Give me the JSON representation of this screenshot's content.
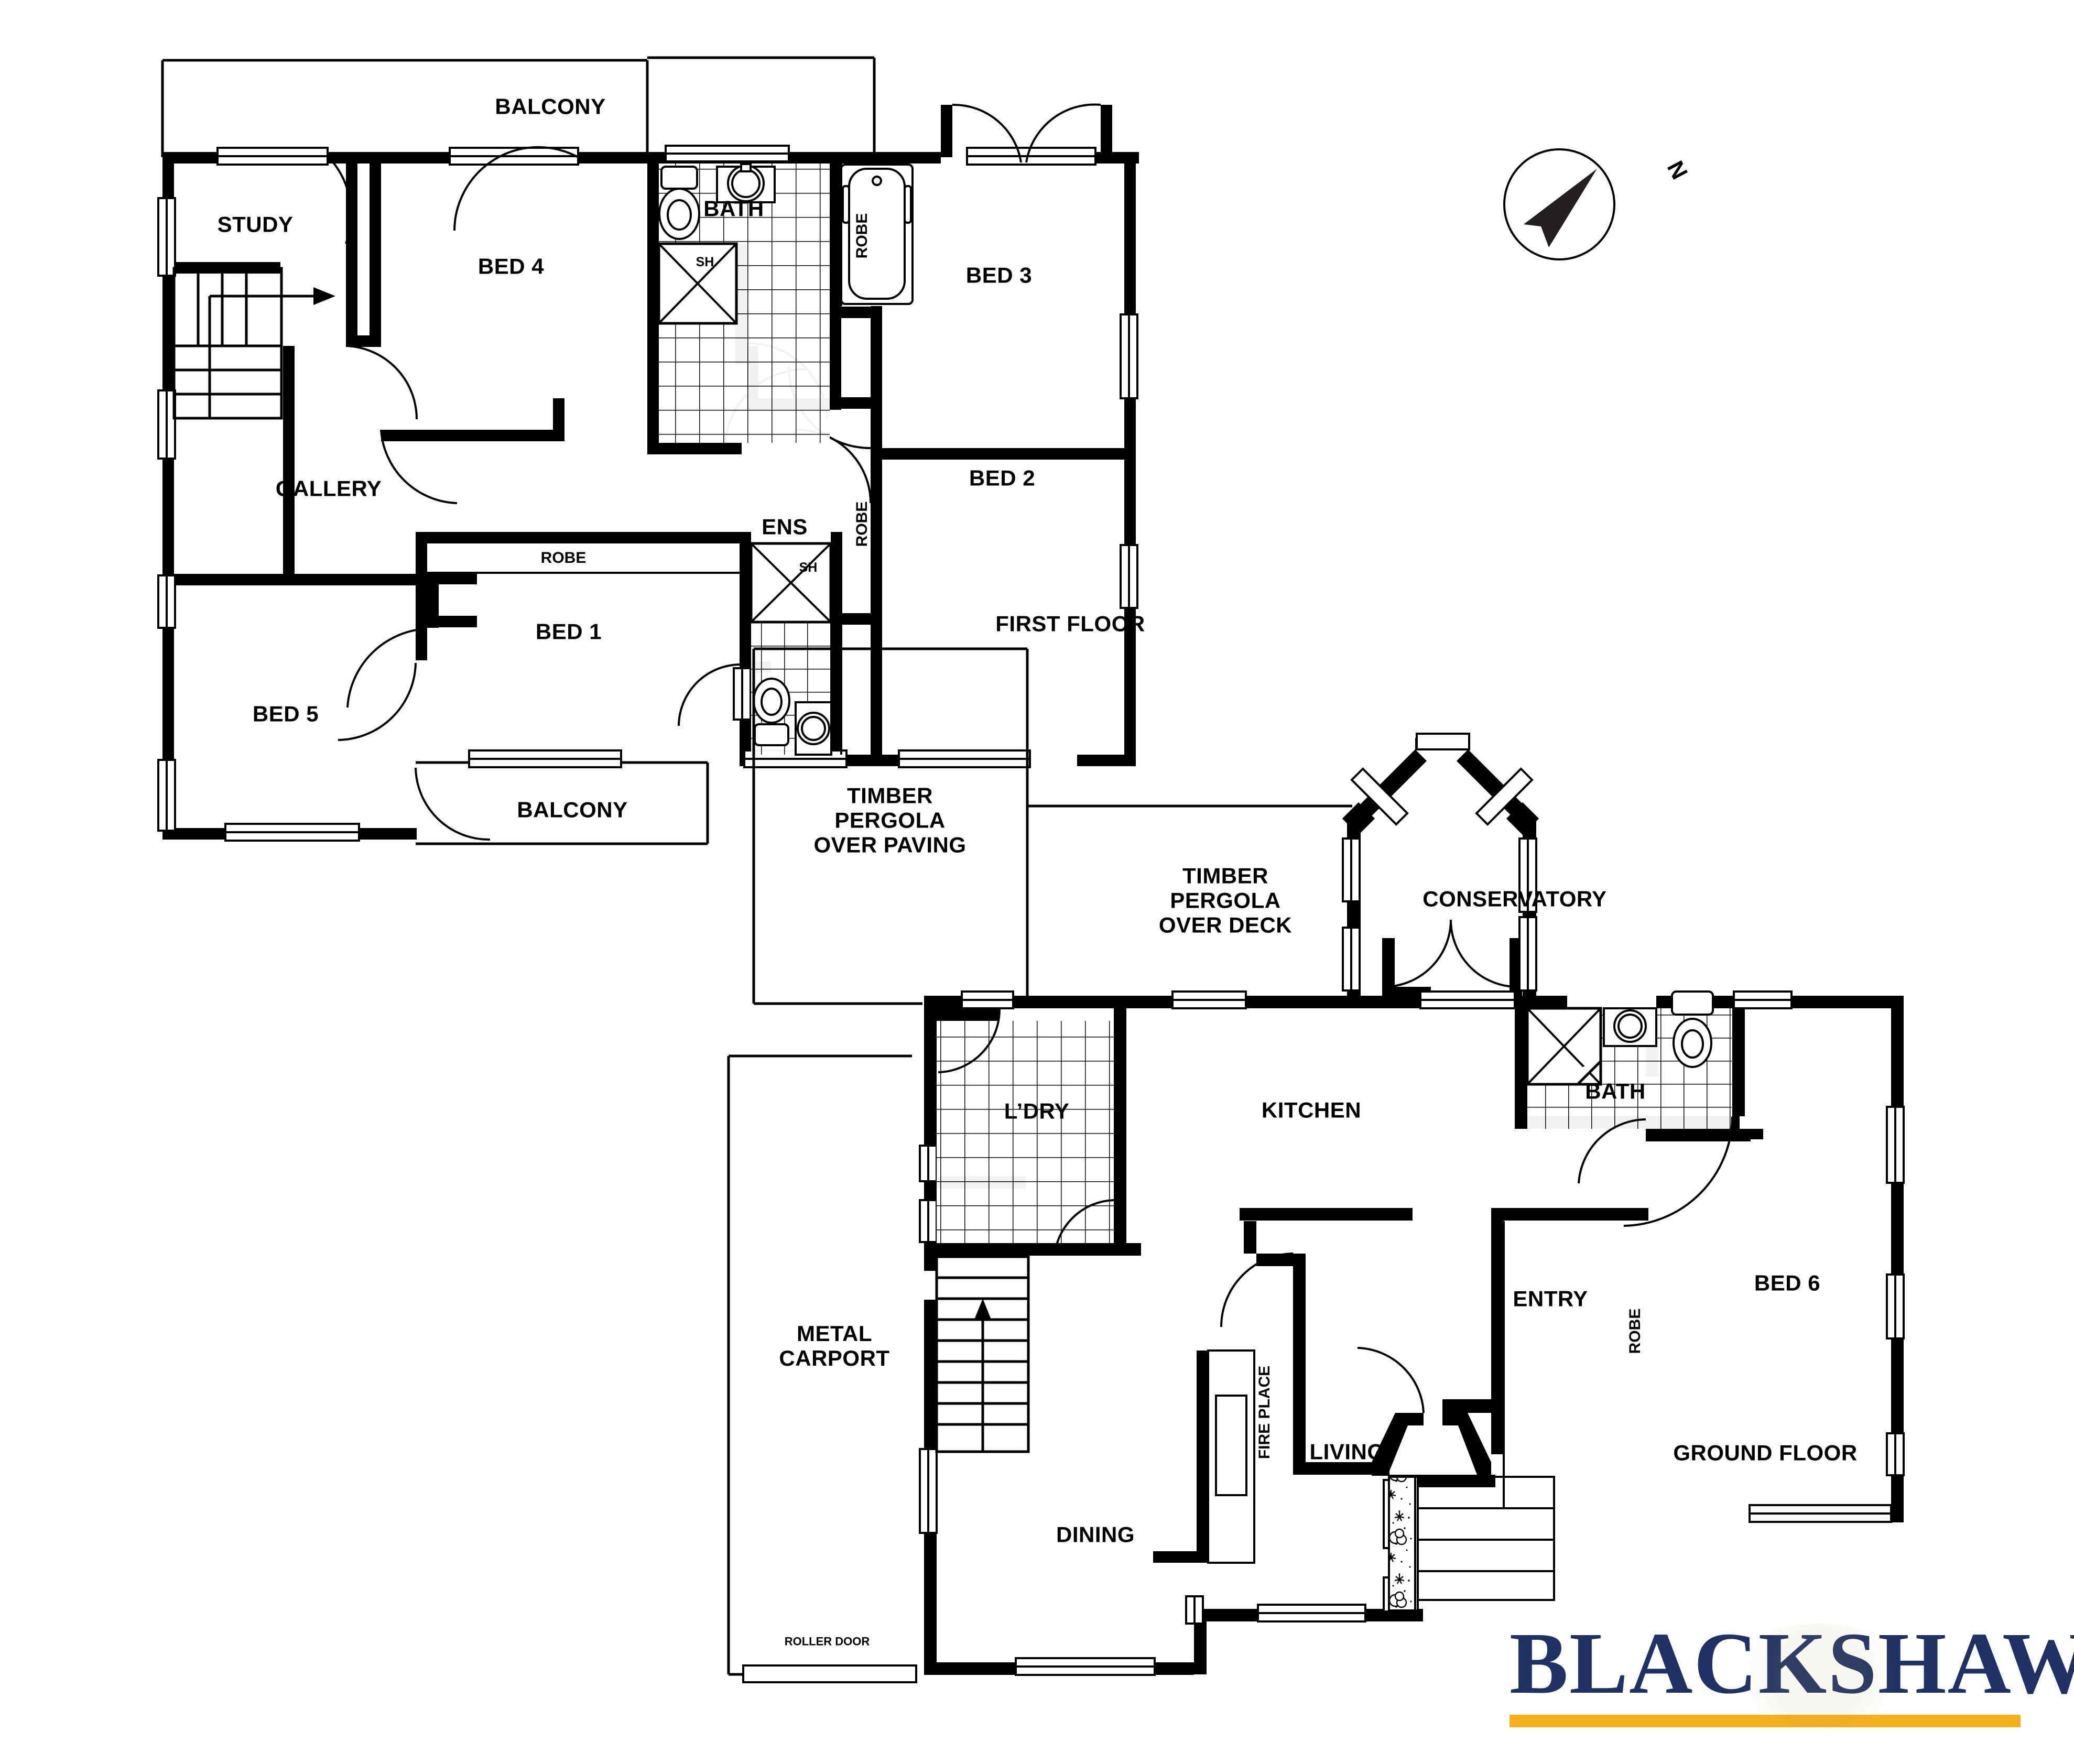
{
  "document": {
    "type": "real-estate-floor-plan",
    "floors": [
      "FIRST FLOOR",
      "GROUND FLOOR"
    ]
  },
  "first_floor": {
    "title": "FIRST FLOOR",
    "rooms": [
      {
        "name": "BALCONY",
        "label": "BALCONY"
      },
      {
        "name": "STUDY",
        "label": "STUDY"
      },
      {
        "name": "BED 4",
        "label": "BED 4"
      },
      {
        "name": "BATH",
        "label": "BATH"
      },
      {
        "name": "BED 3",
        "label": "BED 3"
      },
      {
        "name": "GALLERY",
        "label": "GALLERY"
      },
      {
        "name": "BED 2",
        "label": "BED 2"
      },
      {
        "name": "ENS",
        "label": "ENS"
      },
      {
        "name": "BED 1",
        "label": "BED 1"
      },
      {
        "name": "BED 5",
        "label": "BED 5"
      },
      {
        "name": "BALCONY-2",
        "label": "BALCONY"
      }
    ],
    "annotations": [
      {
        "name": "robe-bath",
        "label": "ROBE"
      },
      {
        "name": "robe-ens",
        "label": "ROBE"
      },
      {
        "name": "robe-bed1",
        "label": "ROBE"
      },
      {
        "name": "shower-bath",
        "label": "SH"
      },
      {
        "name": "shower-ens",
        "label": "SH"
      }
    ]
  },
  "ground_floor": {
    "title": "GROUND FLOOR",
    "rooms": [
      {
        "name": "TIMBER PERGOLA OVER PAVING",
        "line1": "TIMBER",
        "line2": "PERGOLA",
        "line3": "OVER PAVING"
      },
      {
        "name": "TIMBER PERGOLA OVER DECK",
        "line1": "TIMBER",
        "line2": "PERGOLA",
        "line3": "OVER DECK"
      },
      {
        "name": "CONSERVATORY",
        "label": "CONSERVATORY"
      },
      {
        "name": "L'DRY",
        "label": "L’DRY"
      },
      {
        "name": "KITCHEN",
        "label": "KITCHEN"
      },
      {
        "name": "BATH",
        "label": "BATH"
      },
      {
        "name": "BED 6",
        "label": "BED 6"
      },
      {
        "name": "ENTRY",
        "label": "ENTRY"
      },
      {
        "name": "LIVING",
        "label": "LIVING"
      },
      {
        "name": "DINING",
        "label": "DINING"
      },
      {
        "name": "METAL CARPORT",
        "line1": "METAL",
        "line2": "CARPORT"
      }
    ],
    "annotations": [
      {
        "name": "fire-place",
        "label": "FIRE PLACE"
      },
      {
        "name": "robe-bed6",
        "label": "ROBE"
      },
      {
        "name": "roller-door",
        "label": "ROLLER DOOR"
      }
    ]
  },
  "compass": {
    "label": "N"
  },
  "logo": {
    "brand": "BLACKSHAW",
    "accent_color": "#f5b01a",
    "text_color": "#1f3263"
  },
  "colors": {
    "wall": "#000000",
    "background": "#ffffff",
    "thin_line": "#000000"
  }
}
